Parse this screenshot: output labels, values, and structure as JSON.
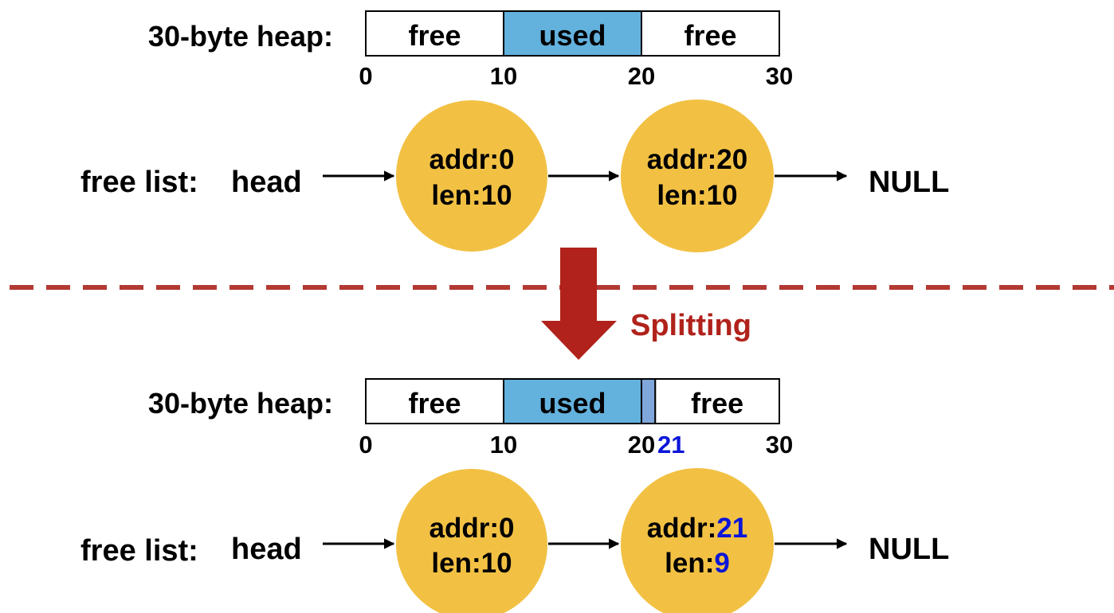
{
  "colors": {
    "text": "#000000",
    "free_segment": "#ffffff",
    "used_segment": "#63b1dd",
    "split_segment": "#7fa7dc",
    "node_fill": "#f2c144",
    "arrow_red": "#b0221b",
    "highlight_blue": "#0b16d8",
    "divider_red": "#b23a33"
  },
  "top": {
    "heap_label": "30-byte heap:",
    "segments": [
      {
        "label": "free",
        "start": 0,
        "end": 10,
        "state": "free"
      },
      {
        "label": "used",
        "start": 10,
        "end": 20,
        "state": "used"
      },
      {
        "label": "free",
        "start": 20,
        "end": 30,
        "state": "free"
      }
    ],
    "ticks": [
      {
        "value": "0",
        "highlight": false
      },
      {
        "value": "10",
        "highlight": false
      },
      {
        "value": "20",
        "highlight": false
      },
      {
        "value": "30",
        "highlight": false
      }
    ],
    "free_list_label": "free list:",
    "head_label": "head",
    "nodes": [
      {
        "addr_prefix": "addr:",
        "addr": "0",
        "addr_highlight": false,
        "len_prefix": "len:",
        "len": "10",
        "len_highlight": false
      },
      {
        "addr_prefix": "addr:",
        "addr": "20",
        "addr_highlight": false,
        "len_prefix": "len:",
        "len": "10",
        "len_highlight": false
      }
    ],
    "null_label": "NULL"
  },
  "transition": {
    "label": "Splitting"
  },
  "bottom": {
    "heap_label": "30-byte heap:",
    "segments": [
      {
        "label": "free",
        "start": 0,
        "end": 10,
        "state": "free"
      },
      {
        "label": "used",
        "start": 10,
        "end": 20,
        "state": "used"
      },
      {
        "label": "",
        "start": 20,
        "end": 21,
        "state": "split"
      },
      {
        "label": "free",
        "start": 21,
        "end": 30,
        "state": "free"
      }
    ],
    "ticks": [
      {
        "value": "0",
        "highlight": false
      },
      {
        "value": "10",
        "highlight": false
      },
      {
        "value": "20",
        "highlight": false
      },
      {
        "value": "21",
        "highlight": true
      },
      {
        "value": "30",
        "highlight": false
      }
    ],
    "free_list_label": "free list:",
    "head_label": "head",
    "nodes": [
      {
        "addr_prefix": "addr:",
        "addr": "0",
        "addr_highlight": false,
        "len_prefix": "len:",
        "len": "10",
        "len_highlight": false
      },
      {
        "addr_prefix": "addr:",
        "addr": "21",
        "addr_highlight": true,
        "len_prefix": "len:",
        "len": "9",
        "len_highlight": true
      }
    ],
    "null_label": "NULL"
  }
}
